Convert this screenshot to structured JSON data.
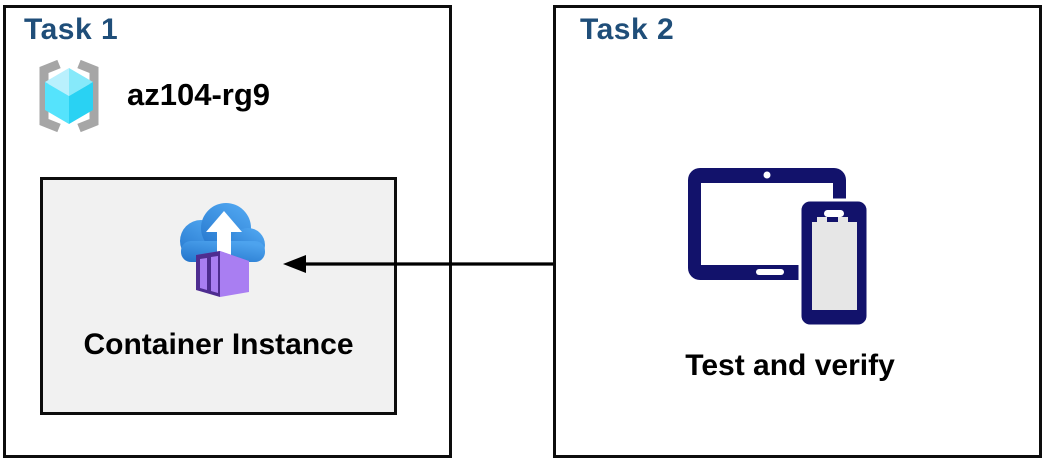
{
  "diagram": {
    "task1": {
      "title": "Task 1",
      "resource_group_name": "az104-rg9",
      "container_label": "Container Instance"
    },
    "task2": {
      "title": "Task 2",
      "device_label": "Test and verify"
    },
    "connector": {
      "from": "devices",
      "to": "container-instance",
      "direction": "right-to-left"
    }
  },
  "colors": {
    "title_navy": "#1f4e79",
    "box_border": "#0d0d0d",
    "container_box_fill": "#f1f1f1",
    "device_navy": "#12126b",
    "device_screen_gray": "#e6e6e6",
    "cloud_blue_light": "#4da3ee",
    "cloud_blue_dark": "#2273ca",
    "container_purple_light": "#a97ef2",
    "container_purple_mid": "#8f62dd",
    "container_purple_dark": "#4e2d90",
    "cube_cyan_lightest": "#b9f0fd",
    "cube_cyan_light": "#86e9fa",
    "cube_cyan_mid": "#55e3fc",
    "cube_cyan_dark": "#29d2f3",
    "bracket_gray": "#a6a6a6"
  }
}
